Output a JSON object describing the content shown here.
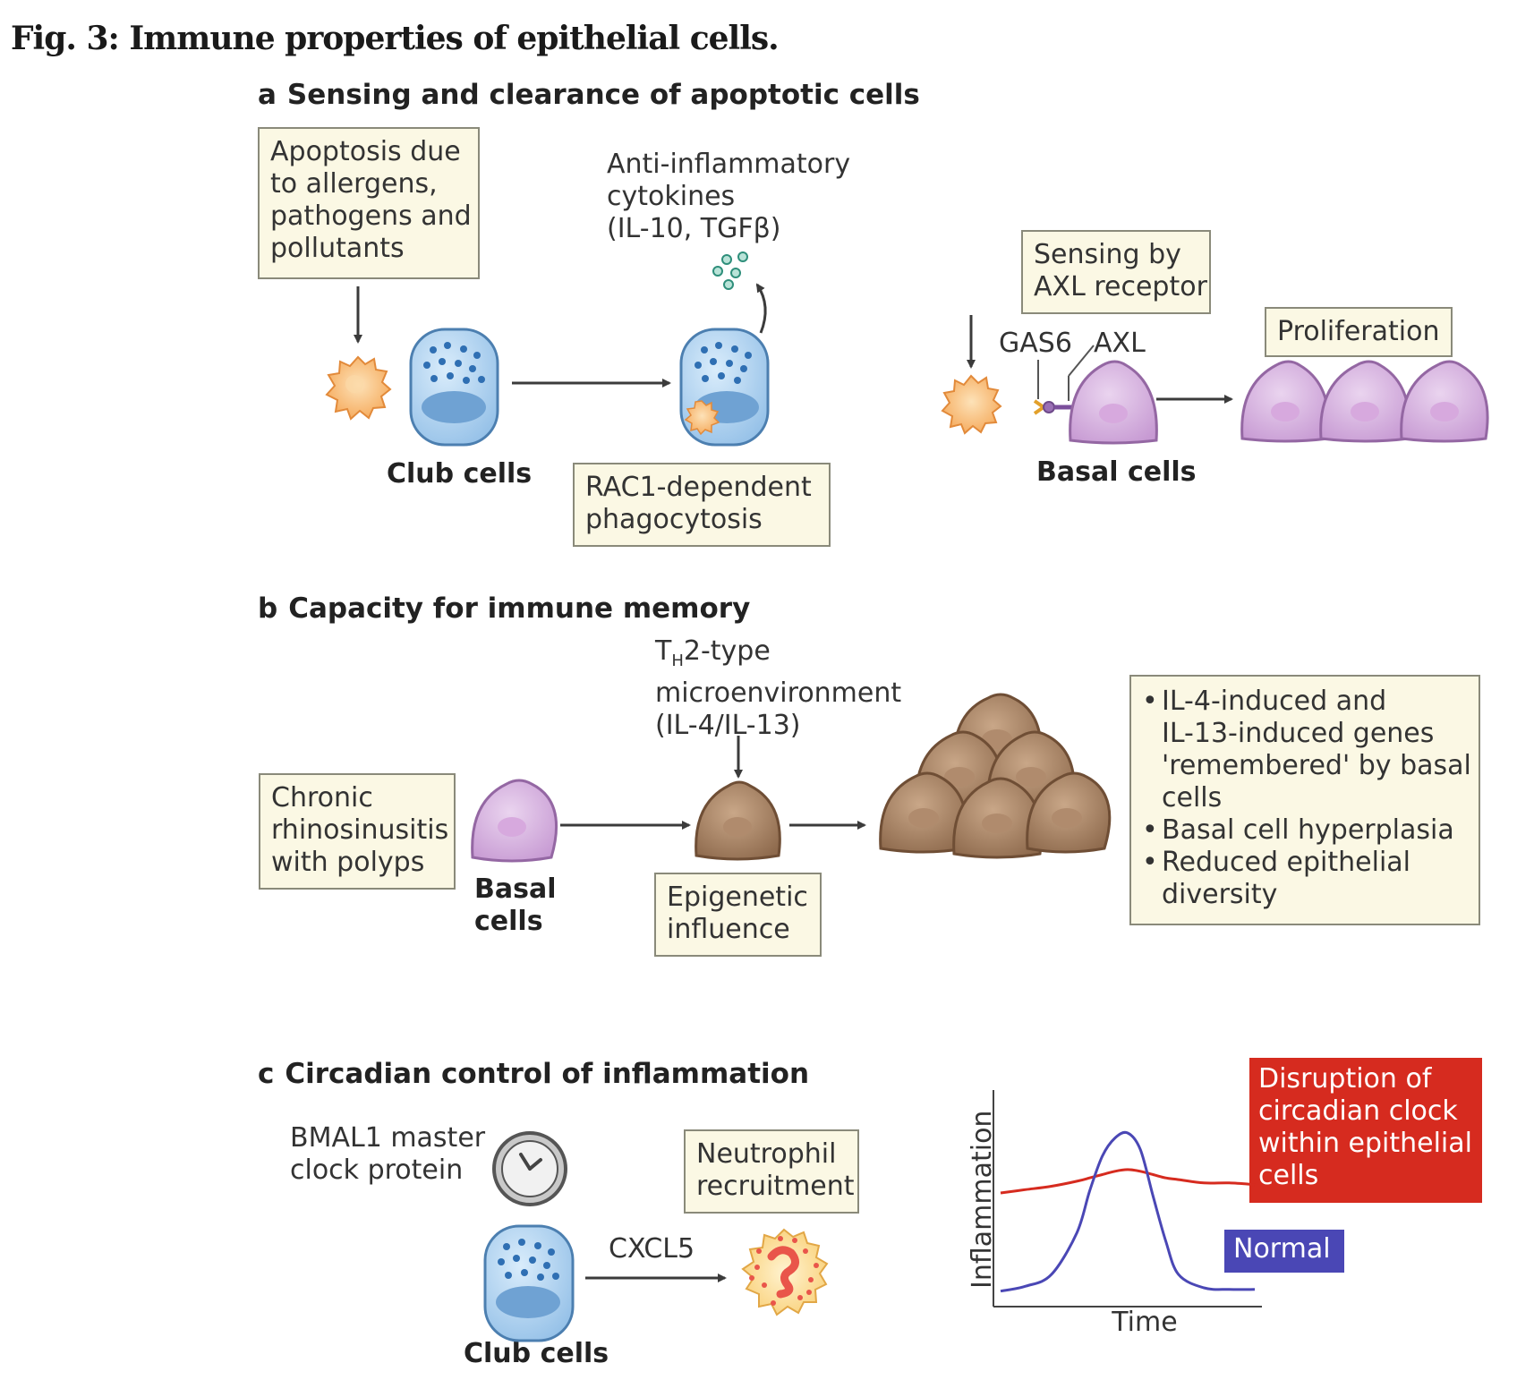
{
  "figure": {
    "title": "Fig. 3: Immune properties of epithelial cells."
  },
  "panel_a": {
    "letter": "a",
    "title": "Sensing and clearance of apoptotic cells",
    "apoptosis_box": [
      "Apoptosis due",
      "to allergens,",
      "pathogens and",
      "pollutants"
    ],
    "cytokines_label": [
      "Anti-inflammatory",
      "cytokines",
      "(IL-10, TGFβ)"
    ],
    "club_cells_label": "Club cells",
    "phagocytosis_box": [
      "RAC1-dependent",
      "phagocytosis"
    ],
    "sensing_box": [
      "Sensing by",
      "AXL receptor"
    ],
    "gas6_label": "GAS6",
    "axl_label": "AXL",
    "proliferation_box": "Proliferation",
    "basal_cells_label": "Basal cells"
  },
  "panel_b": {
    "letter": "b",
    "title": "Capacity for immune memory",
    "th2_main": "T",
    "th2_sub": "H",
    "th2_rest": "2-type",
    "th2_lines": [
      "microenvironment",
      "(IL-4/IL-13)"
    ],
    "crs_box": [
      "Chronic",
      "rhinosinusitis",
      "with polyps"
    ],
    "basal_cells_label": [
      "Basal",
      "cells"
    ],
    "epigenetic_box": [
      "Epigenetic",
      "influence"
    ],
    "bullet_char": "•",
    "memory_box": [
      [
        "IL-4-induced and",
        "IL-13-induced genes",
        "'remembered' by basal",
        "cells"
      ],
      [
        "Basal cell hyperplasia"
      ],
      [
        "Reduced epithelial",
        "diversity"
      ]
    ]
  },
  "panel_c": {
    "letter": "c",
    "title": "Circadian control of inflammation",
    "bmal1_label": [
      "BMAL1 master",
      "clock protein"
    ],
    "neutrophil_box": [
      "Neutrophil",
      "recruitment"
    ],
    "cxcl5_label": "CXCL5",
    "club_cells_label": "Club cells",
    "disruption_label": [
      "Disruption of",
      "circadian clock",
      "within epithelial",
      "cells"
    ],
    "normal_label": "Normal",
    "chart_data": {
      "type": "line",
      "xlabel": "Time",
      "ylabel": "Inflammation",
      "x": [
        0,
        0.1,
        0.2,
        0.3,
        0.35,
        0.4,
        0.45,
        0.5,
        0.55,
        0.6,
        0.65,
        0.7,
        0.8,
        0.9,
        1.0
      ],
      "series": [
        {
          "name": "Normal",
          "values": [
            0.05,
            0.08,
            0.15,
            0.4,
            0.65,
            0.86,
            0.97,
            1.0,
            0.9,
            0.62,
            0.35,
            0.15,
            0.07,
            0.06,
            0.06
          ]
        },
        {
          "name": "Disruption of circadian clock within epithelial cells",
          "values": [
            0.64,
            0.66,
            0.68,
            0.71,
            0.73,
            0.75,
            0.77,
            0.78,
            0.77,
            0.75,
            0.73,
            0.72,
            0.7,
            0.7,
            0.69
          ]
        }
      ],
      "colors": {
        "Normal": "#4a47b5",
        "Disruption": "#d62b1f"
      }
    }
  }
}
